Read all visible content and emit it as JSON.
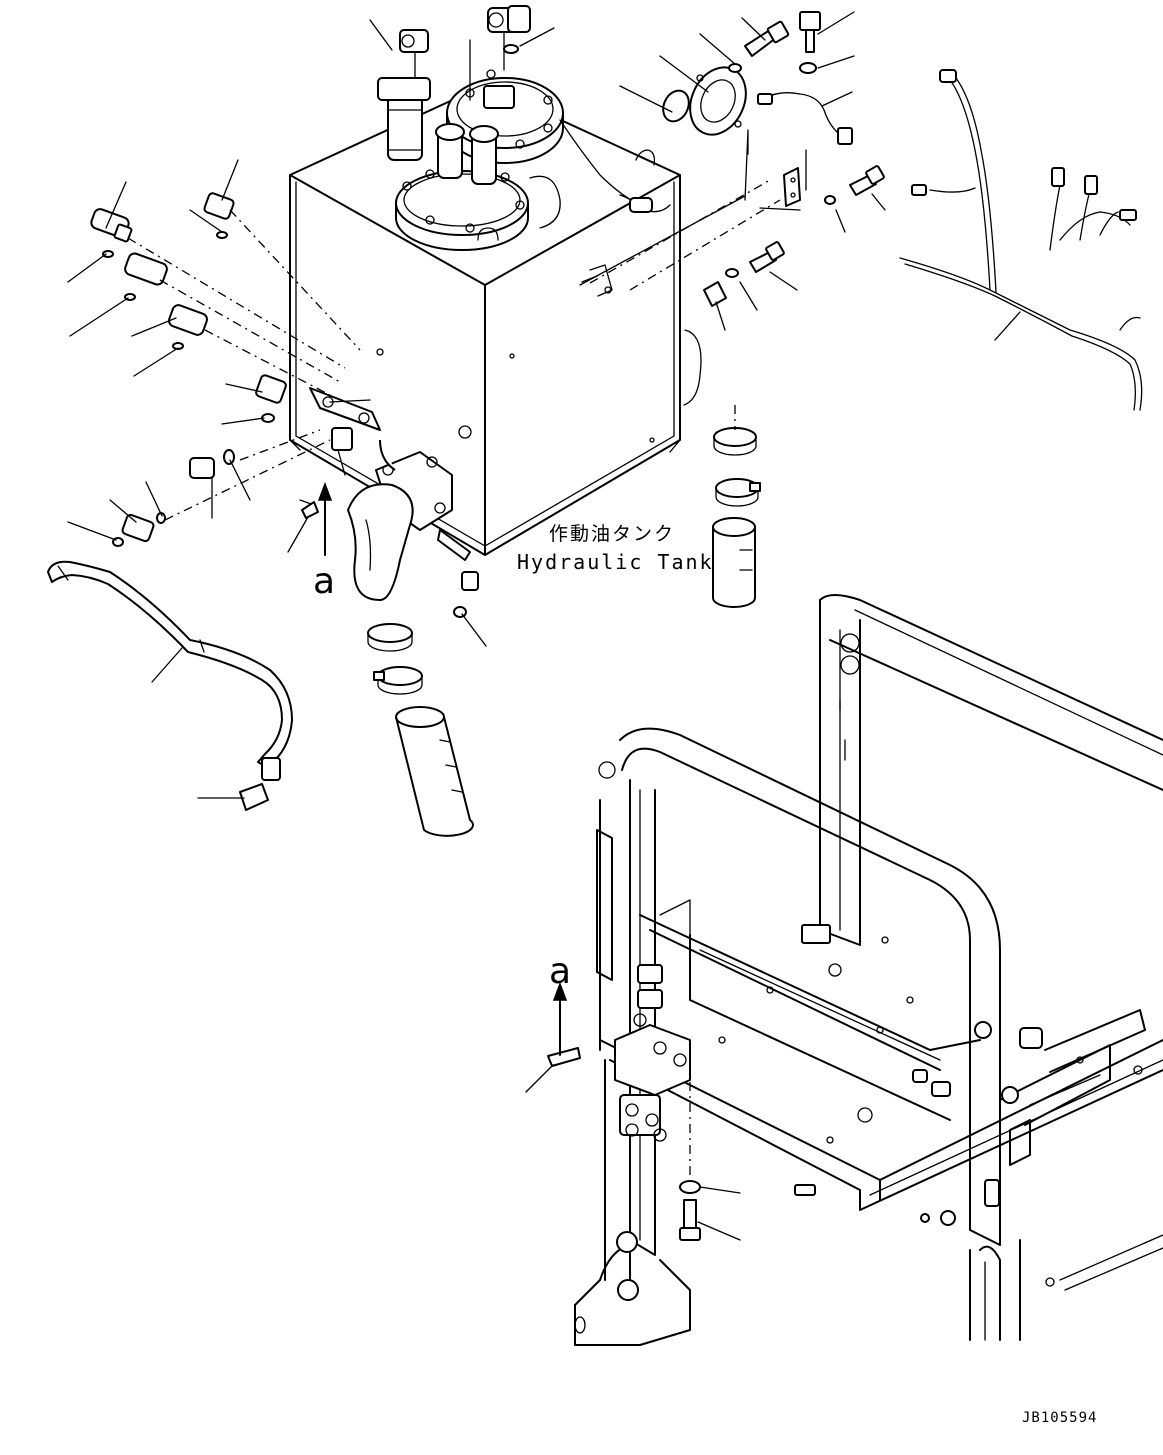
{
  "labels": {
    "tank_jp": "作動油タンク",
    "tank_en": "Hydraulic Tank",
    "view_marker_top": "a",
    "view_marker_bottom": "a",
    "drawing_id": "JB105594"
  }
}
